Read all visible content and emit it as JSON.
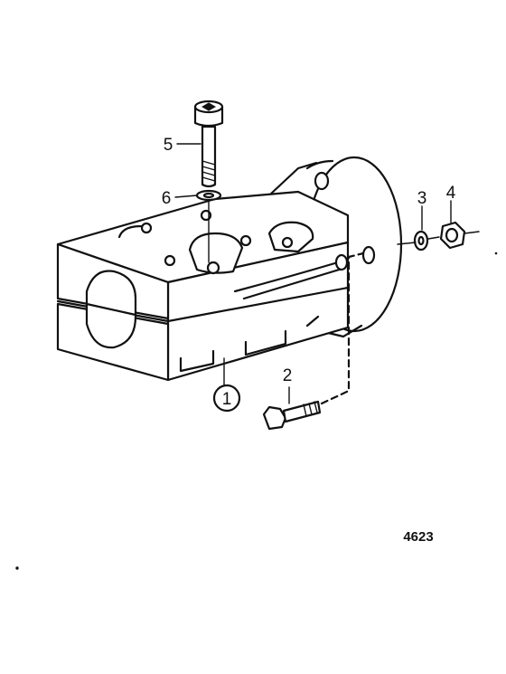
{
  "diagram": {
    "callouts": {
      "c1": "1",
      "c2": "2",
      "c3": "3",
      "c4": "4",
      "c5": "5",
      "c6": "6"
    },
    "figure_number": "4623"
  }
}
